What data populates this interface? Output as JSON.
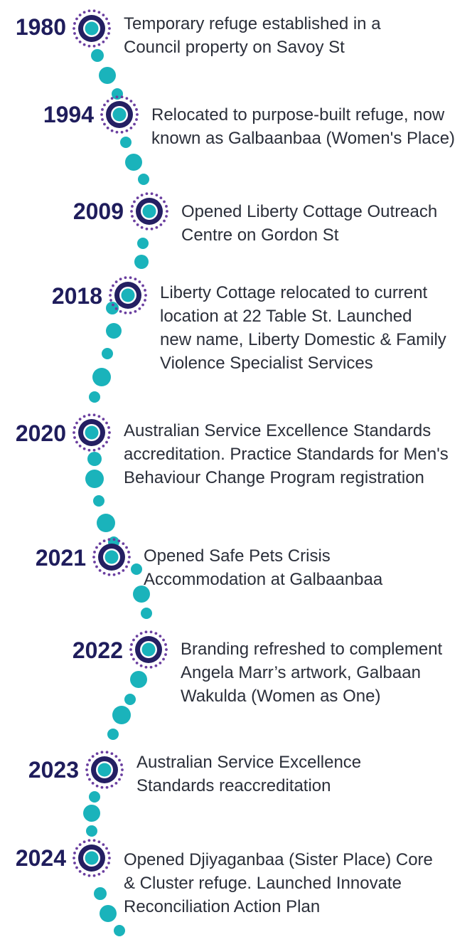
{
  "colors": {
    "year_text": "#1f1d5c",
    "event_text": "#2b2f3a",
    "ring_navy": "#241f62",
    "dot_purple": "#6b3fa0",
    "teal": "#1ab3bb",
    "ring_inner": "#ffffff"
  },
  "icons": {
    "milestone_marker": "concentric-circle-dotted-ring-icon",
    "connector": "teal-dot-icon"
  },
  "milestones": [
    {
      "year": "1980",
      "text": "Temporary refuge established in a\nCouncil property on Savoy St"
    },
    {
      "year": "1994",
      "text": "Relocated to purpose-built refuge, now\nknown as Galbaanbaa (Women's Place)"
    },
    {
      "year": "2009",
      "text": "Opened Liberty Cottage Outreach\nCentre on Gordon St"
    },
    {
      "year": "2018",
      "text": "Liberty Cottage relocated to current\nlocation at 22 Table St. Launched\nnew name, Liberty Domestic & Family\nViolence Specialist Services"
    },
    {
      "year": "2020",
      "text": "Australian Service Excellence Standards\naccreditation. Practice Standards for Men's\nBehaviour Change Program registration"
    },
    {
      "year": "2021",
      "text": "Opened Safe Pets Crisis\nAccommodation at Galbaanbaa"
    },
    {
      "year": "2022",
      "text": "Branding refreshed to complement\nAngela Marr’s artwork, Galbaan\nWakulda (Women as One)"
    },
    {
      "year": "2023",
      "text": "Australian Service Excellence\nStandards reaccreditation"
    },
    {
      "year": "2024",
      "text": "Opened Djiyaganbaa (Sister Place) Core\n& Cluster refuge. Launched Innovate\nReconciliation Action Plan"
    }
  ]
}
